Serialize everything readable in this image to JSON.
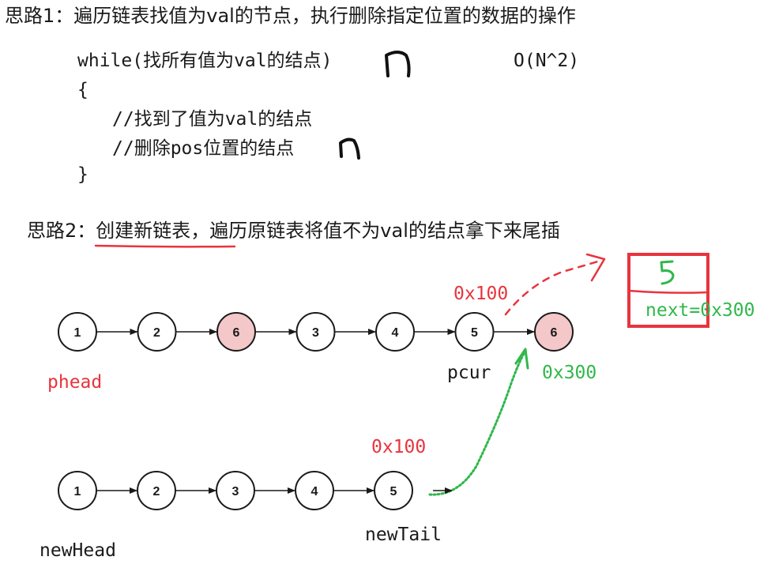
{
  "idea1": {
    "title": "思路1：遍历链表找值为val的节点，执行删除指定位置的数据的操作",
    "code_while": "while(找所有值为val的结点)",
    "complexity": "O(N^2)",
    "brace_open": "{",
    "comment_find": "//找到了值为val的结点",
    "comment_delete": "//删除pos位置的结点",
    "brace_close": "}"
  },
  "idea2": {
    "title_prefix": "思路2：",
    "title_highlight": "创建新链表",
    "title_rest": "，遍历原链表将值不为val的结点拿下来尾插"
  },
  "original_list": {
    "nodes": [
      {
        "value": "1",
        "highlight": false
      },
      {
        "value": "2",
        "highlight": false
      },
      {
        "value": "6",
        "highlight": true
      },
      {
        "value": "3",
        "highlight": false
      },
      {
        "value": "4",
        "highlight": false
      },
      {
        "value": "5",
        "highlight": false
      },
      {
        "value": "6",
        "highlight": true
      }
    ],
    "head_label": "phead",
    "cur_label": "pcur",
    "addr_node5": "0x100",
    "addr_last6": "0x300"
  },
  "new_list": {
    "nodes": [
      {
        "value": "1"
      },
      {
        "value": "2"
      },
      {
        "value": "3"
      },
      {
        "value": "4"
      },
      {
        "value": "5"
      }
    ],
    "head_label": "newHead",
    "tail_label": "newTail",
    "addr_tail": "0x100"
  },
  "node_box": {
    "value": "5",
    "next_label": "next=0x300"
  },
  "colors": {
    "text": "#1a1a1a",
    "red": "#e8343d",
    "green": "#2fb84a",
    "node_fill": "#ffffff",
    "node_highlight_fill": "#f4c7c8",
    "node_stroke": "#1a1a1a"
  }
}
